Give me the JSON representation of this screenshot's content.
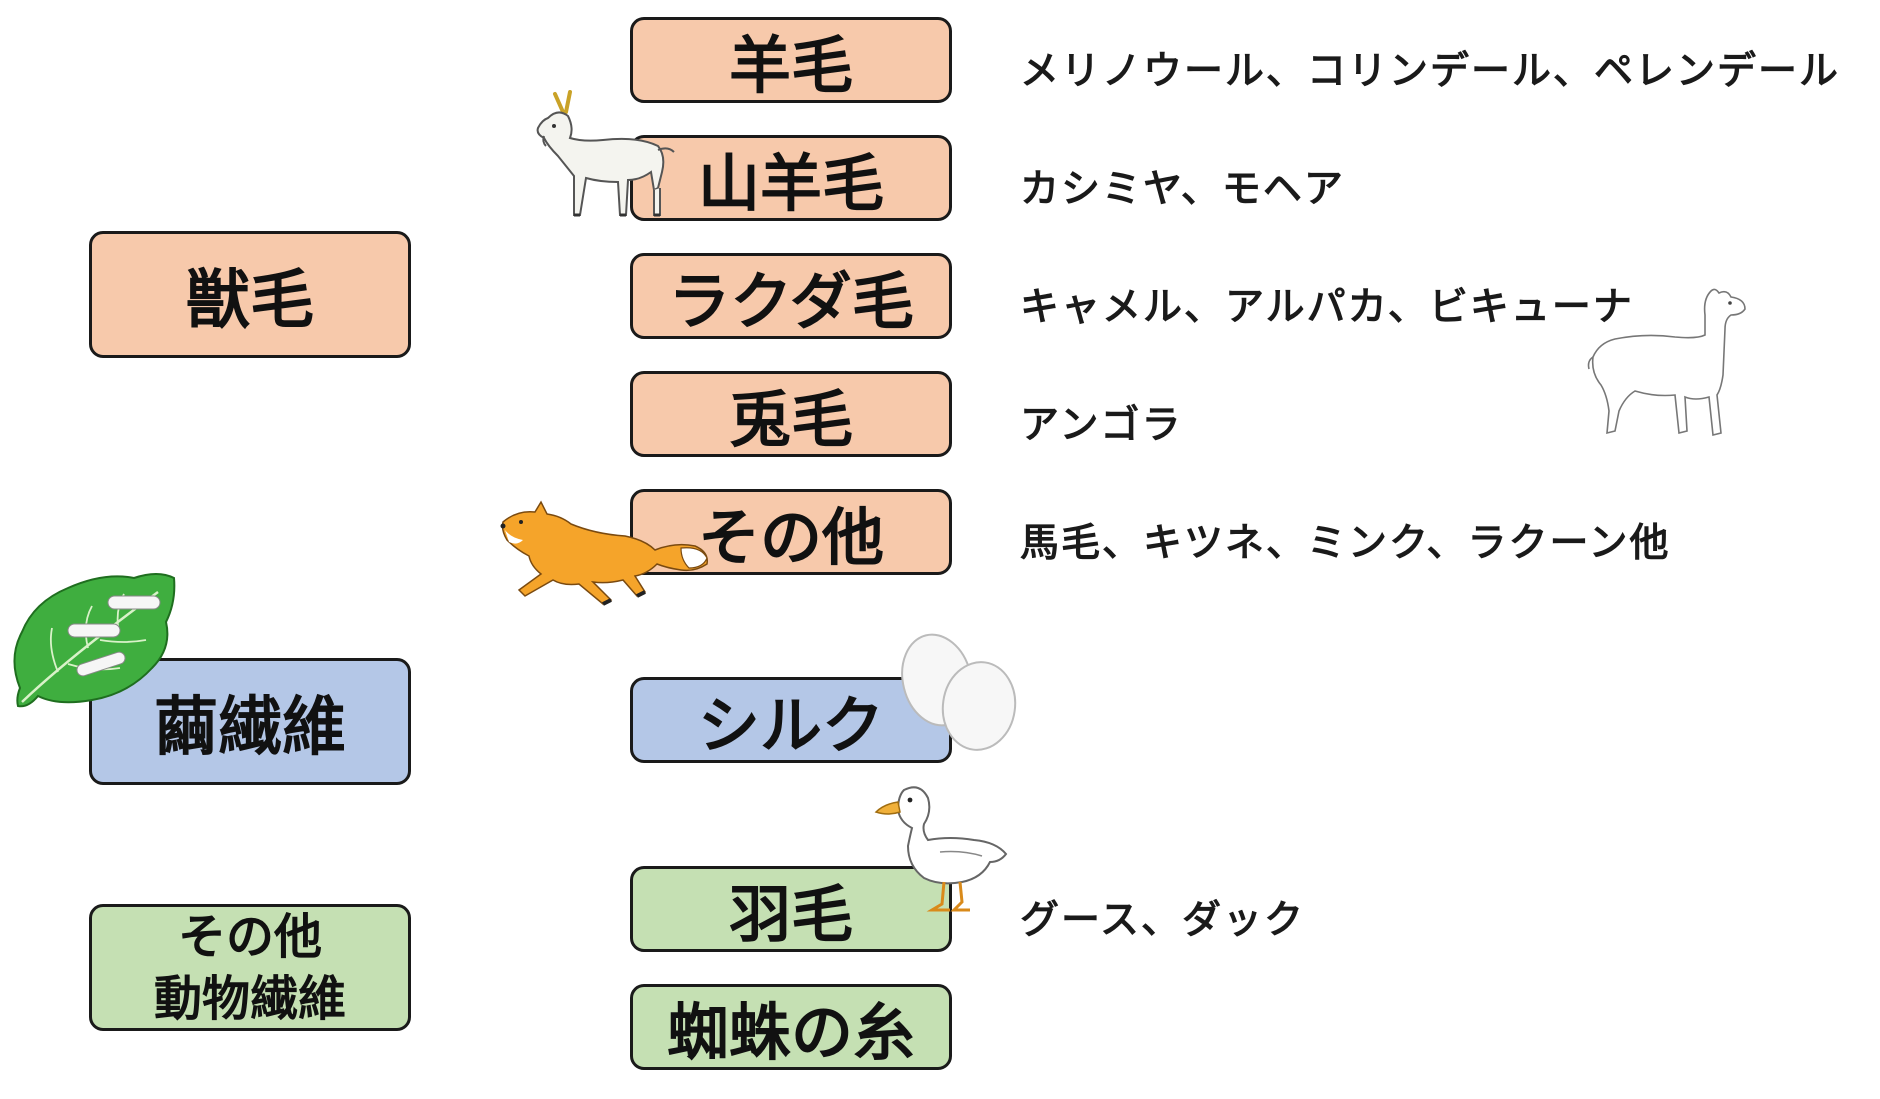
{
  "colors": {
    "animal_hair": "#f7c9ab",
    "silk": "#b4c7e7",
    "other": "#c5e0b3",
    "border": "#1a1a1a"
  },
  "categories": [
    {
      "label": "獣毛"
    },
    {
      "label": "繭繊維"
    },
    {
      "label_line1": "その他",
      "label_line2": "動物繊維"
    }
  ],
  "items": [
    {
      "label": "羊毛",
      "examples": "メリノウール、コリンデール、ペレンデール"
    },
    {
      "label": "山羊毛",
      "examples": "カシミヤ、モヘア"
    },
    {
      "label": "ラクダ毛",
      "examples": "キャメル、アルパカ、ビキューナ"
    },
    {
      "label": "兎毛",
      "examples": "アンゴラ"
    },
    {
      "label": "その他",
      "examples": "馬毛、キツネ、ミンク、ラクーン他"
    },
    {
      "label": "シルク"
    },
    {
      "label": "羽毛",
      "examples": "グース、ダック"
    },
    {
      "label": "蜘蛛の糸"
    }
  ],
  "illustrations": [
    "goat-icon",
    "alpaca-icon",
    "fox-icon",
    "silkworm-leaf-icon",
    "cocoon-icon",
    "duck-icon"
  ]
}
